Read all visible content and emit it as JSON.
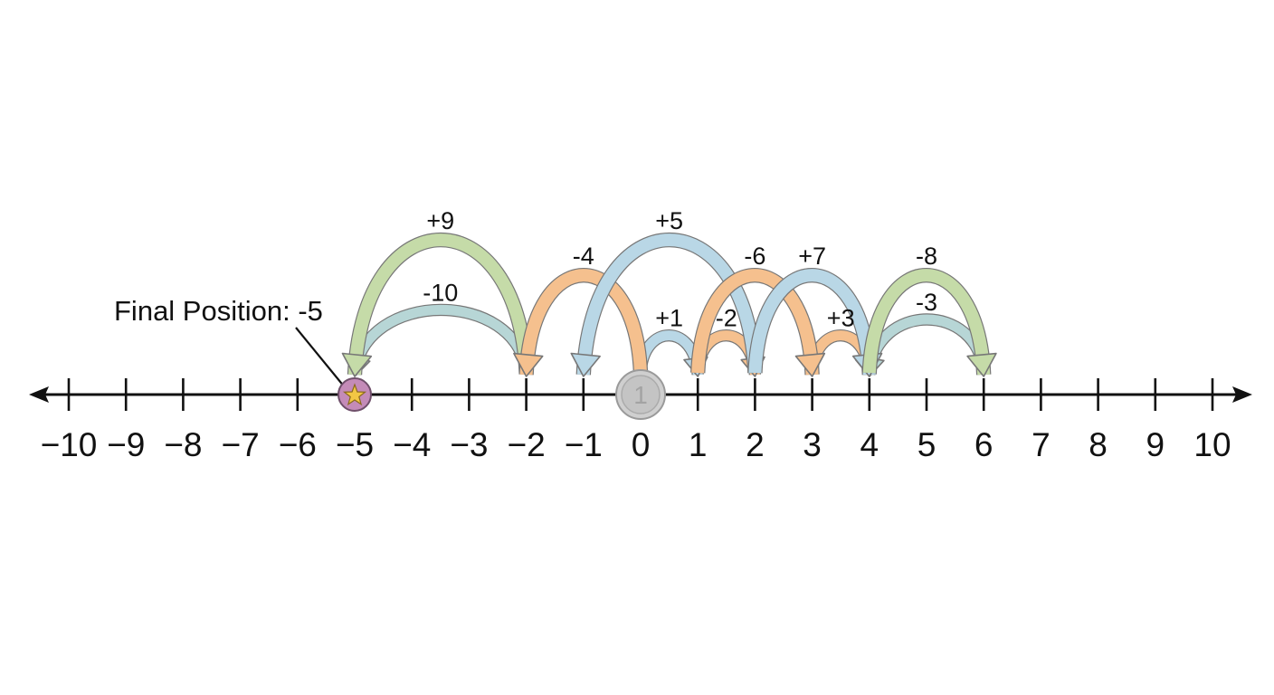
{
  "number_line": {
    "min": -10,
    "max": 10,
    "tick_labels": [
      "−10",
      "−9",
      "−8",
      "−7",
      "−6",
      "−5",
      "−4",
      "−3",
      "−2",
      "−1",
      "0",
      "1",
      "2",
      "3",
      "4",
      "5",
      "6",
      "7",
      "8",
      "9",
      "10"
    ]
  },
  "start": {
    "value": 0,
    "coin_text": "1"
  },
  "jumps": [
    {
      "label": "+1",
      "from": 0,
      "to": 1,
      "color": "#b9d7e6",
      "tier": 1
    },
    {
      "label": "-2",
      "from": 1,
      "to": 2,
      "color": "#f5c08e",
      "tier": 1
    },
    {
      "label": "+3",
      "from": 3,
      "to": 4,
      "color": "#f5c08e",
      "tier": 1
    },
    {
      "label": "-3",
      "from": 6,
      "to": 4,
      "color": "#b7d6d6",
      "tier": 1
    },
    {
      "label": "-10",
      "from": -2,
      "to": -5,
      "color": "#b7d6d6",
      "tier": 1
    },
    {
      "label": "+9",
      "from": -2,
      "to": -5,
      "color": "#c5dba8",
      "tier": 2
    },
    {
      "label": "-4",
      "from": 0,
      "to": -2,
      "color": "#f5c08e",
      "tier": 2
    },
    {
      "label": "+5",
      "from": 2,
      "to": -1,
      "color": "#b9d7e6",
      "tier": 2
    },
    {
      "label": "-6",
      "from": 1,
      "to": 3,
      "color": "#f5c08e",
      "tier": 2
    },
    {
      "label": "+7",
      "from": 2,
      "to": 4,
      "color": "#b9d7e6",
      "tier": 2
    },
    {
      "label": "-8",
      "from": 4,
      "to": 6,
      "color": "#c5dba8",
      "tier": 2
    }
  ],
  "final": {
    "value": -5,
    "label": "Final Position: -5",
    "marker_color": "#c48bb8",
    "star_color": "#f2c744"
  },
  "colors": {
    "axis": "#111111",
    "outline": "#6b6b6b"
  }
}
